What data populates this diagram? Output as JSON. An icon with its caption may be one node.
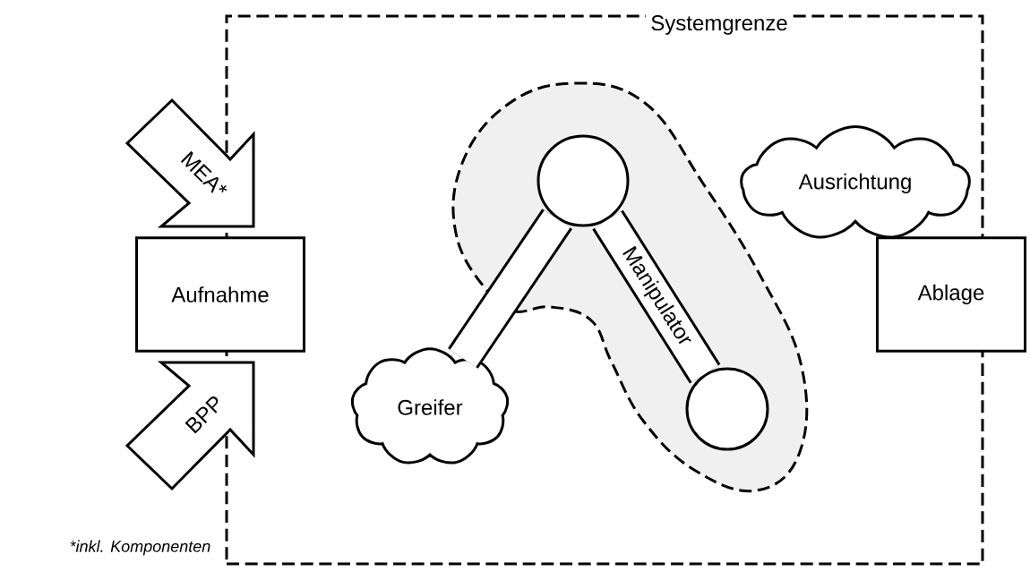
{
  "diagram": {
    "nodes": [
      {
        "text": [
          "Systemgrenze"
        ]
      },
      {
        "text": [
          "MEA*"
        ]
      },
      {
        "text": [
          "Aufnahme"
        ]
      },
      {
        "text": [
          "BPP"
        ]
      },
      {
        "text": [],
        "shape": "circle",
        "in": 0
      },
      {
        "text": [
          "Ausrichtung"
        ],
        "in": 0
      },
      {
        "text": [
          "Ablage"
        ]
      },
      {
        "text": [
          "Greifer"
        ],
        "in": 0
      },
      {
        "text": [],
        "shape": "circle",
        "in": 0
      }
    ],
    "edges": [
      {
        "from": 4,
        "to": 7,
        "arrow": "none"
      },
      {
        "from": 4,
        "to": 8,
        "arrow": "none",
        "label": "Manipulator"
      }
    ],
    "labels": [
      "*inkl. Komponenten"
    ]
  }
}
